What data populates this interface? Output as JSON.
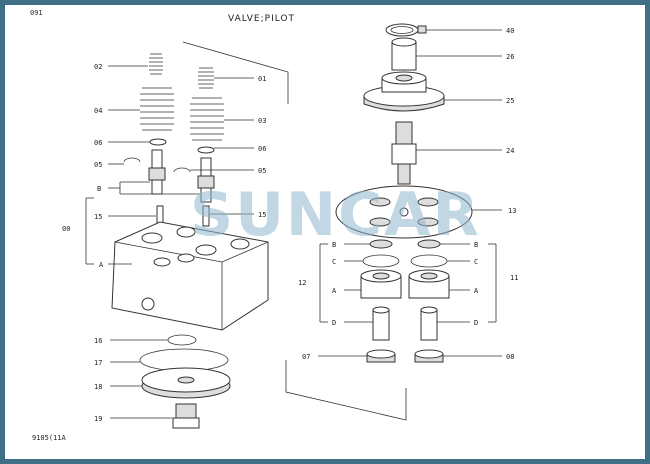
{
  "header": {
    "drawing_no": "091",
    "title": "VALVE;PILOT"
  },
  "footer": {
    "code": "9105(11A"
  },
  "watermark": {
    "text": "SUNCAR"
  },
  "labels": {
    "l02": "02",
    "l01": "01",
    "l04": "04",
    "l03": "03",
    "l06a": "06",
    "l06b": "06",
    "l05a": "05",
    "l05b": "05",
    "lBleft": "B",
    "l15a": "15",
    "l15b": "15",
    "l00": "00",
    "lAleft": "A",
    "l16": "16",
    "l17": "17",
    "l18": "18",
    "l19": "19",
    "l40": "40",
    "l26": "26",
    "l25": "25",
    "l24": "24",
    "l13": "13",
    "lB1": "B",
    "lB2": "B",
    "lC1": "C",
    "lC2": "C",
    "l11": "11",
    "l12": "12",
    "lA1": "A",
    "lA2": "A",
    "lD1": "D",
    "lD2": "D",
    "l07": "07",
    "l08": "08"
  }
}
